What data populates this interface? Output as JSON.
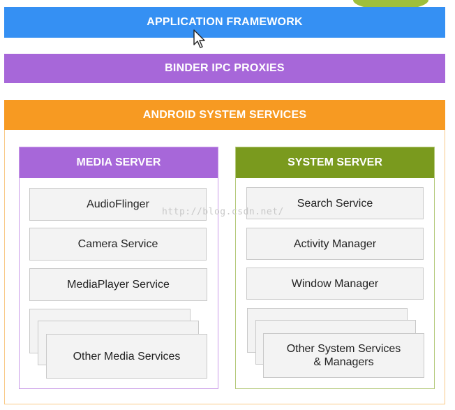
{
  "layers": {
    "application_framework": "APPLICATION FRAMEWORK",
    "binder_ipc_proxies": "BINDER IPC PROXIES",
    "android_system_services": "ANDROID SYSTEM SERVICES"
  },
  "media_server": {
    "title": "MEDIA SERVER",
    "services": [
      "AudioFlinger",
      "Camera Service",
      "MediaPlayer Service",
      "Other Media Services"
    ]
  },
  "system_server": {
    "title": "SYSTEM SERVER",
    "services": [
      "Search Service",
      "Activity Manager",
      "Window Manager",
      "Other System Services",
      "& Managers"
    ]
  },
  "watermark": "http://blog.csdn.net/",
  "colors": {
    "application_framework": "#3590f3",
    "binder_ipc_proxies": "#a767d9",
    "android_system_services": "#f79a22",
    "media_server": "#a767d9",
    "system_server": "#7a9a1e",
    "android_logo": "#9fbf3b"
  },
  "icons": [
    "android-logo-icon",
    "mouse-pointer-icon"
  ]
}
